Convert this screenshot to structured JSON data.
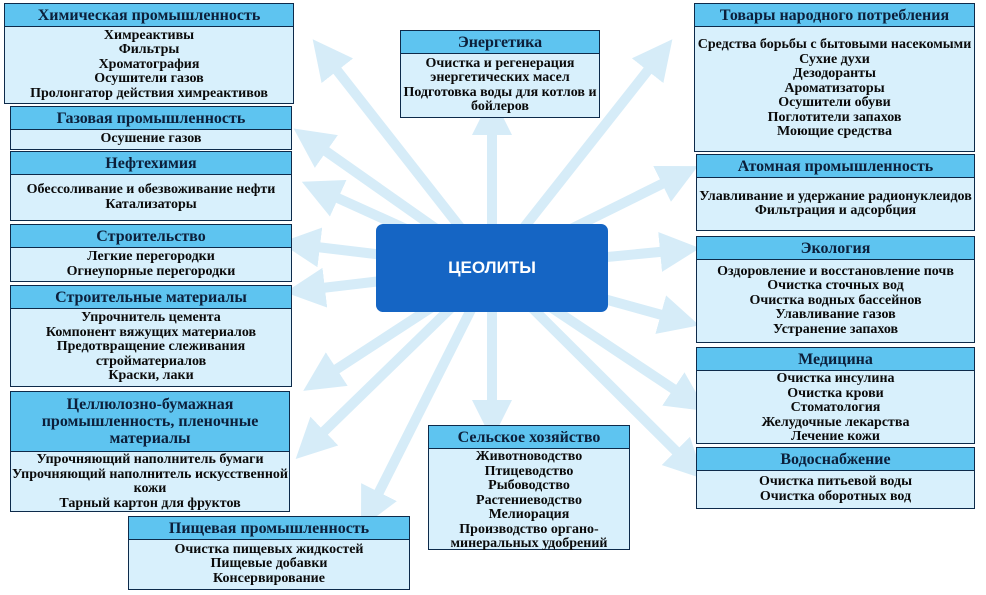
{
  "center": "ЦЕОЛИТЫ",
  "colors": {
    "header": "#5ec4f0",
    "body": "#d8f0fc",
    "center": "#1565c4",
    "arrow": "#d6ecf8"
  },
  "boxes": [
    {
      "title": "Химическая промышленность",
      "items": [
        "Химреактивы",
        "Фильтры",
        "Хроматография",
        "Осушители газов",
        "Пролонгатор действия химреактивов"
      ]
    },
    {
      "title": "Газовая промышленность",
      "items": [
        "Осушение газов"
      ]
    },
    {
      "title": "Нефтехимия",
      "items": [
        "Обессоливание и обезвоживание нефти",
        "Катализаторы"
      ]
    },
    {
      "title": "Строительство",
      "items": [
        "Легкие перегородки",
        "Огнеупорные перегородки"
      ]
    },
    {
      "title": "Строительные материалы",
      "items": [
        "Упрочнитель цемента",
        "Компонент вяжущих материалов",
        "Предотвращение слеживания стройматериалов",
        "Краски, лаки"
      ]
    },
    {
      "title": "Целлюлозно-бумажная промышленность, пленочные материалы",
      "items": [
        "Упрочняющий наполнитель бумаги",
        "Упрочняющий наполнитель искусственной кожи",
        "Тарный картон для фруктов"
      ]
    },
    {
      "title": "Пищевая промышленность",
      "items": [
        "Очистка пищевых жидкостей",
        "Пищевые добавки",
        "Консервирование"
      ]
    },
    {
      "title": "Энергетика",
      "items": [
        "Очистка и регенерация энергетических масел",
        "Подготовка воды для котлов и бойлеров"
      ]
    },
    {
      "title": "Сельское хозяйство",
      "items": [
        "Животноводство",
        "Птицеводство",
        "Рыбоводство",
        "Растениеводство",
        "Мелиорация",
        "Производство органо-минеральных удобрений"
      ]
    },
    {
      "title": "Товары народного потребления",
      "items": [
        "Средства борьбы с бытовыми насекомыми",
        "Сухие духи",
        "Дезодоранты",
        "Ароматизаторы",
        "Осушители обуви",
        "Поглотители запахов",
        "Моющие средства"
      ]
    },
    {
      "title": "Атомная промышленность",
      "items": [
        "Улавливание и удержание радионуклеидов",
        "Фильтрация и адсорбция"
      ]
    },
    {
      "title": "Экология",
      "items": [
        "Оздоровление и восстановление почв",
        "Очистка сточных вод",
        "Очистка водных бассейнов",
        "Улавливание газов",
        "Устранение запахов"
      ]
    },
    {
      "title": "Медицина",
      "items": [
        "Очистка инсулина",
        "Очистка крови",
        "Стоматология",
        "Желудочные лекарства",
        "Лечение кожи"
      ]
    },
    {
      "title": "Водоснабжение",
      "items": [
        "Очистка питьевой воды",
        "Очистка оборотных вод"
      ]
    }
  ]
}
